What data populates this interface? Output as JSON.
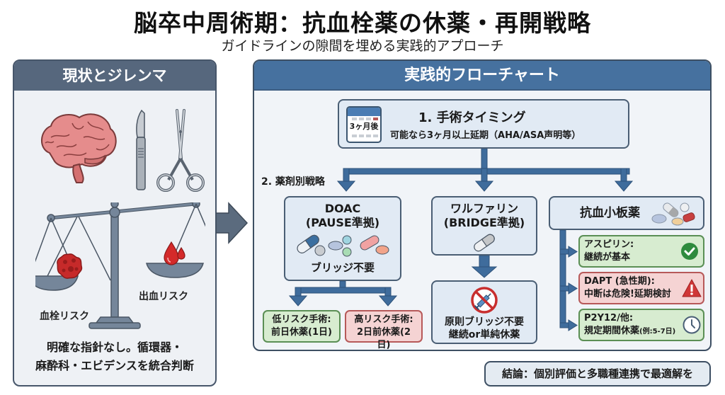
{
  "header": {
    "title": "脳卒中周術期：抗血栓薬の休薬・再開戦略",
    "subtitle": "ガイドラインの隙間を埋める実践的アプローチ"
  },
  "left_panel": {
    "title": "現状とジレンマ",
    "icons": [
      "brain-icon",
      "scalpel-icon",
      "forceps-icon",
      "balance-scale-icon",
      "blood-clot-icon",
      "blood-drop-icon"
    ],
    "thrombosis_label": "血栓リスク",
    "bleeding_label": "出血リスク",
    "footer_line1": "明確な指針なし。循環器・",
    "footer_line2": "麻酔科・エビデンスを統合判断"
  },
  "flowchart": {
    "title": "実践的フローチャート",
    "timing": {
      "calendar_text": "3ヶ月後",
      "title": "1. 手術タイミング",
      "subtitle": "可能なら3ヶ月以上延期（AHA/ASA声明等）"
    },
    "drug_strategy_label": "2. 薬剤別戦略",
    "doac": {
      "title": "DOAC",
      "subtitle": "(PAUSE準拠)",
      "note": "ブリッジ不要",
      "low_risk": {
        "line1": "低リスク手術:",
        "line2": "前日休薬(1日)"
      },
      "high_risk": {
        "line1": "高リスク手術:",
        "line2": "2日前休薬(2日)"
      }
    },
    "warfarin": {
      "title": "ワルファリン",
      "subtitle": "(BRIDGE準拠)",
      "result_line1": "原則ブリッジ不要",
      "result_line2": "継続or単純休薬"
    },
    "antiplatelet": {
      "title": "抗血小板薬",
      "items": [
        {
          "line1": "アスピリン:",
          "line2": "継続が基本",
          "status": "ok",
          "icon": "check-circle-icon"
        },
        {
          "line1": "DAPT (急性期):",
          "line2": "中断は危険!延期検討",
          "status": "danger",
          "icon": "warning-triangle-icon"
        },
        {
          "line1": "P2Y12/他:",
          "line2": "規定期間休薬",
          "line2_small": "(例:5-7日)",
          "status": "ok",
          "icon": "clock-icon"
        }
      ]
    }
  },
  "conclusion": "結論：個別評価と多職種連携で最適解を",
  "colors": {
    "flow_blue": "#46719f",
    "arrow_blue": "#3f6c9c",
    "slate": "#56677d",
    "green_box": "#d7ecd0",
    "red_box": "#f5d3d3",
    "danger_red": "#d03838",
    "ok_green": "#2e8b3e"
  }
}
